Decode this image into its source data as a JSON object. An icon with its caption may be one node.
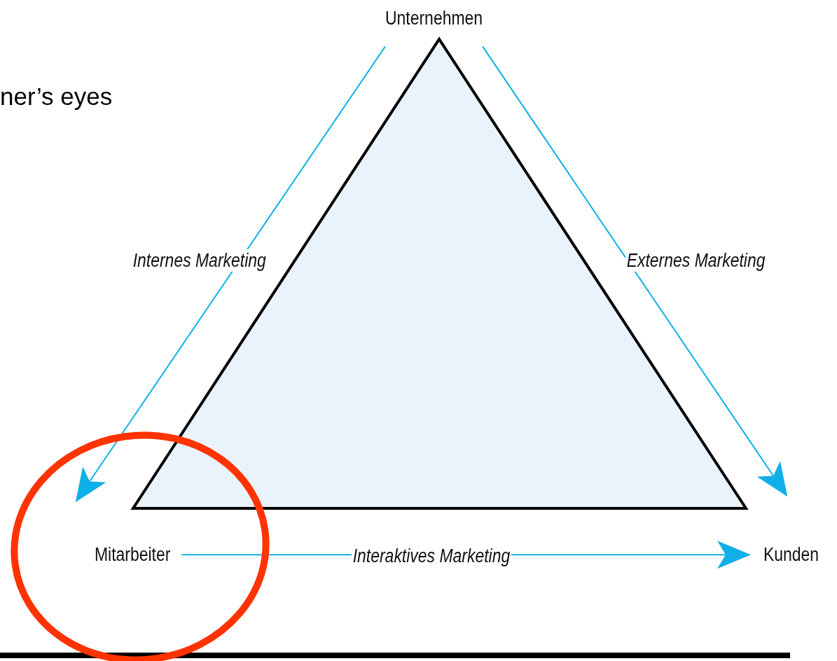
{
  "diagram": {
    "nodes": [
      {
        "text": [
          "Unternehmen"
        ]
      },
      {
        "text": [
          "Mitarbeiter"
        ]
      },
      {
        "text": [
          "Kunden"
        ]
      }
    ],
    "edges": [
      {
        "from": 0,
        "to": 1,
        "arrow": "to",
        "label": "Internes Marketing"
      },
      {
        "from": 0,
        "to": 2,
        "arrow": "to",
        "label": "Externes Marketing"
      },
      {
        "from": 1,
        "to": 2,
        "arrow": "to",
        "label": "Interaktives Marketing"
      }
    ],
    "labels": [
      "ner’s eyes"
    ]
  }
}
